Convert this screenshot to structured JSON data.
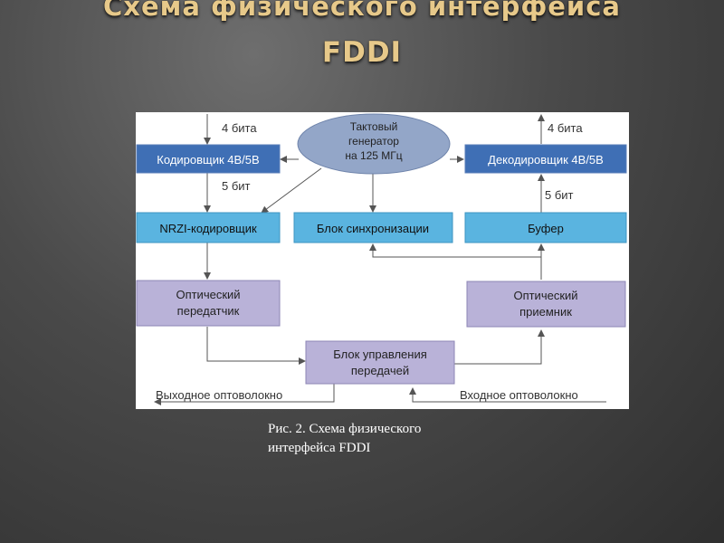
{
  "title": {
    "line1": "Схема физического интерфейса",
    "line2": "FDDI"
  },
  "diagram": {
    "clock": [
      "Тактовый",
      "генератор",
      "на 125 МГц"
    ],
    "encoder_4b5b": "Кодировщик 4B/5B",
    "decoder_4b5b": "Декодировщик 4B/5B",
    "nrzi": "NRZI-кодировщик",
    "sync": "Блок синхронизации",
    "buffer": "Буфер",
    "opt_tx": [
      "Оптический",
      "передатчик"
    ],
    "opt_rx": [
      "Оптический",
      "приемник"
    ],
    "tx_control": [
      "Блок управления",
      "передачей"
    ],
    "label_4bits_left": "4 бита",
    "label_5bits_left": "5 бит",
    "label_4bits_right": "4 бита",
    "label_5bits_right": "5 бит",
    "output_fiber": "Выходное оптоволокно",
    "input_fiber": "Входное оптоволокно"
  },
  "caption": {
    "line1": "Рис. 2. Схема физического",
    "line2": "интерфейса FDDI"
  },
  "colors": {
    "encoder_fill": "#3f6fb5",
    "nrzi_fill": "#5ab4e0",
    "optical_fill": "#b9b2d8",
    "clock_fill": "#93a6c8",
    "arrow": "#555555",
    "title": "#e7c98a"
  }
}
